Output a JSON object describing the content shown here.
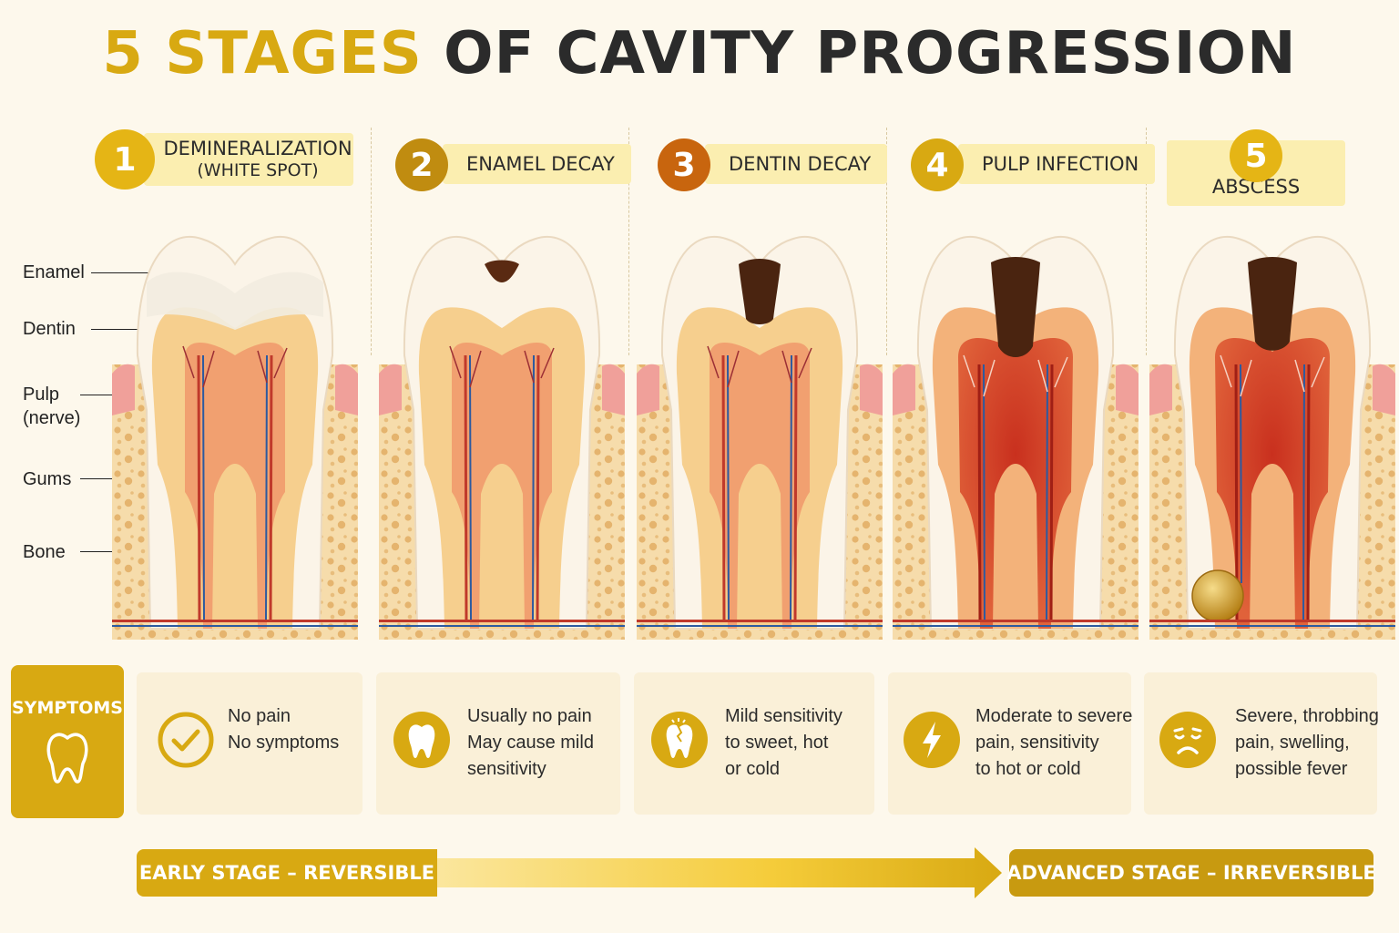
{
  "title": {
    "accent": "5 STAGES",
    "rest": "OF CAVITY PROGRESSION"
  },
  "colors": {
    "accent": "#d8a912",
    "dark_accent": "#c89a10",
    "stage3": "#c8650e",
    "text": "#2b2b2b",
    "background": "#fdf8ec",
    "card": "#faf0d8"
  },
  "anatomy_labels": {
    "enamel": "Enamel",
    "dentin": "Dentin",
    "pulp": "Pulp",
    "pulp_sub": "(nerve)",
    "gums": "Gums",
    "bone": "Bone"
  },
  "stages": [
    {
      "number": "1",
      "title": "DEMINERALIZATION",
      "subtitle": "(WHITE SPOT)",
      "symptoms": [
        "No pain",
        "No symptoms"
      ],
      "icon": "checkmark-icon"
    },
    {
      "number": "2",
      "title": "ENAMEL DECAY",
      "symptoms": [
        "Usually no pain",
        "May cause mild",
        "sensitivity"
      ],
      "icon": "tooth-icon"
    },
    {
      "number": "3",
      "title": "DENTIN DECAY",
      "symptoms": [
        "Mild sensitivity",
        "to sweet, hot",
        "or cold"
      ],
      "icon": "cracked-tooth-icon"
    },
    {
      "number": "4",
      "title": "PULP INFECTION",
      "symptoms": [
        "Moderate to severe",
        "pain, sensitivity",
        "to hot or cold"
      ],
      "icon": "lightning-icon"
    },
    {
      "number": "5",
      "title": "ABSCESS",
      "symptoms": [
        "Severe, throbbing",
        "pain, swelling,",
        "possible fever"
      ],
      "icon": "sad-face-icon"
    }
  ],
  "symptoms_label": "SYMPTOMS",
  "progress": {
    "early": "EARLY STAGE – REVERSIBLE",
    "advanced": "ADVANCED STAGE – IRREVERSIBLE"
  }
}
